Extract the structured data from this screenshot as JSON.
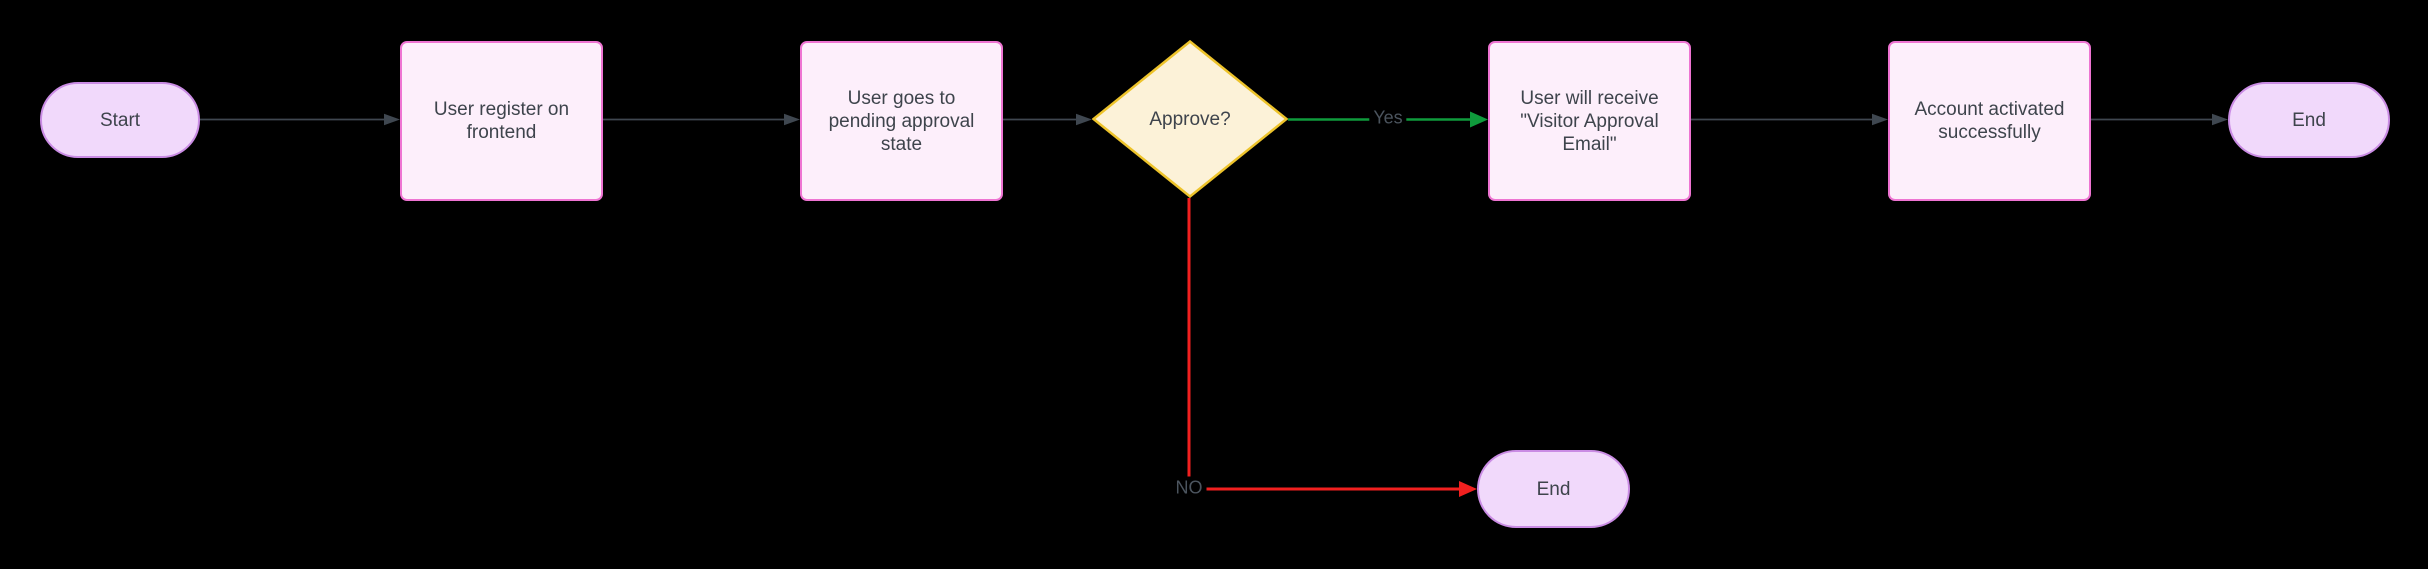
{
  "diagram_type": "flowchart",
  "nodes": [
    {
      "id": "start",
      "shape": "terminator",
      "label": "Start"
    },
    {
      "id": "register",
      "shape": "process",
      "label": "User register on frontend"
    },
    {
      "id": "pending",
      "shape": "process",
      "label": "User goes to pending approval state"
    },
    {
      "id": "approve",
      "shape": "decision",
      "label": "Approve?"
    },
    {
      "id": "email",
      "shape": "process",
      "label": "User will receive \"Visitor Approval Email\""
    },
    {
      "id": "activated",
      "shape": "process",
      "label": "Account activated successfully"
    },
    {
      "id": "end-top",
      "shape": "terminator",
      "label": "End"
    },
    {
      "id": "end-bottom",
      "shape": "terminator",
      "label": "End"
    }
  ],
  "edges": {
    "yes_label": "Yes",
    "no_label": "NO",
    "connections": [
      "Start -> User register on frontend",
      "User register on frontend -> User goes to pending approval state",
      "User goes to pending approval state -> Approve?",
      "Approve? -Yes-> User will receive \"Visitor Approval Email\"",
      "User will receive \"Visitor Approval Email\" -> Account activated successfully",
      "Account activated successfully -> End",
      "Approve? -NO-> End"
    ]
  },
  "colors": {
    "background": "#000000",
    "terminator_fill": "#f1d9fb",
    "terminator_stroke": "#ca8ce4",
    "process_fill": "#fdeffb",
    "process_stroke": "#ee74d2",
    "decision_fill": "#fcf2d8",
    "decision_stroke": "#edc32b",
    "connector": "#3f4750",
    "yes_edge": "#0f9b3c",
    "no_edge": "#f1201f",
    "node_text": "#3e444c",
    "edge_label_text": "#4b545e"
  }
}
